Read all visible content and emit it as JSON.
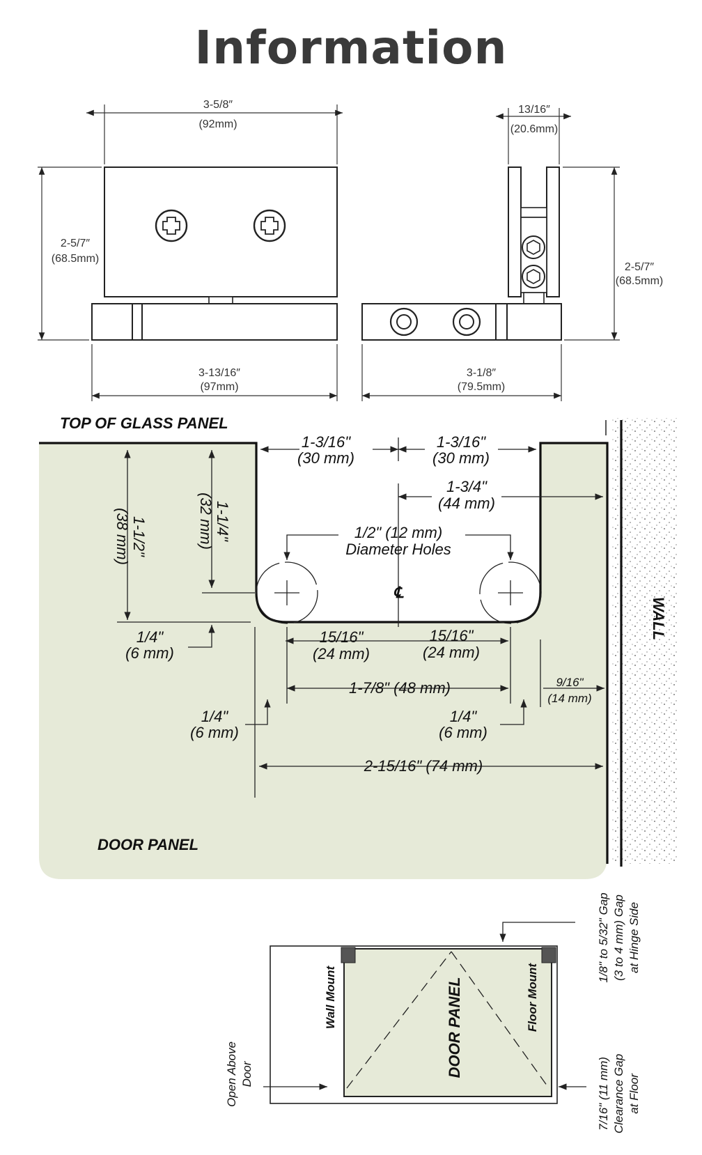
{
  "title": "Information",
  "colors": {
    "panel_fill": "#e6ead8",
    "line": "#111111",
    "dim_text": "#333333",
    "title_text": "#3a3a3a"
  },
  "top_views": {
    "front_width_in": "3-5/8″",
    "front_width_mm": "(92mm)",
    "front_height_in": "2-5/7″",
    "front_height_mm": "(68.5mm)",
    "base_width_in": "3-13/16″",
    "base_width_mm": "(97mm)",
    "side_width_in": "13/16″",
    "side_width_mm": "(20.6mm)",
    "side_height_in": "2-5/7″",
    "side_height_mm": "(68.5mm)",
    "side_base_in": "3-1/8″",
    "side_base_mm": "(79.5mm)"
  },
  "notch_diagram": {
    "top_label": "TOP OF GLASS PANEL",
    "door_label": "DOOR PANEL",
    "wall_label": "WALL",
    "left_top_in": "1-3/16\"",
    "left_top_mm": "(30 mm)",
    "right_top_in": "1-3/16\"",
    "right_top_mm": "(30 mm)",
    "center_wall_in": "1-3/4\"",
    "center_wall_mm": "(44 mm)",
    "holes_line1": "1/2\" (12 mm)",
    "holes_line2": "Diameter Holes",
    "centerline": "℄",
    "depth_outer_in": "1-1/2\"",
    "depth_outer_mm": "(38 mm)",
    "depth_inner_in": "1-1/4\"",
    "depth_inner_mm": "(32 mm)",
    "quarter_a_in": "1/4\"",
    "quarter_a_mm": "(6 mm)",
    "half_left_in": "15/16\"",
    "half_left_mm": "(24 mm)",
    "half_right_in": "15/16\"",
    "half_right_mm": "(24 mm)",
    "holes_span": "1-7/8\" (48 mm)",
    "wall_gap_in": "9/16\"",
    "wall_gap_mm": "(14 mm)",
    "quarter_b_in": "1/4\"",
    "quarter_b_mm": "(6 mm)",
    "quarter_c_in": "1/4\"",
    "quarter_c_mm": "(6 mm)",
    "total_width": "2-15/16\" (74 mm)"
  },
  "door_diagram": {
    "wall_mount": "Wall Mount",
    "floor_mount": "Floor Mount",
    "door_panel": "DOOR PANEL",
    "hinge_gap_1": "1/8\" to 5/32\" Gap",
    "hinge_gap_2": "(3 to 4 mm) Gap",
    "hinge_gap_3": "at Hinge Side",
    "open_above_1": "Open Above",
    "open_above_2": "Door",
    "floor_gap_1": "7/16\" (11 mm)",
    "floor_gap_2": "Clearance Gap",
    "floor_gap_3": "at Floor"
  }
}
